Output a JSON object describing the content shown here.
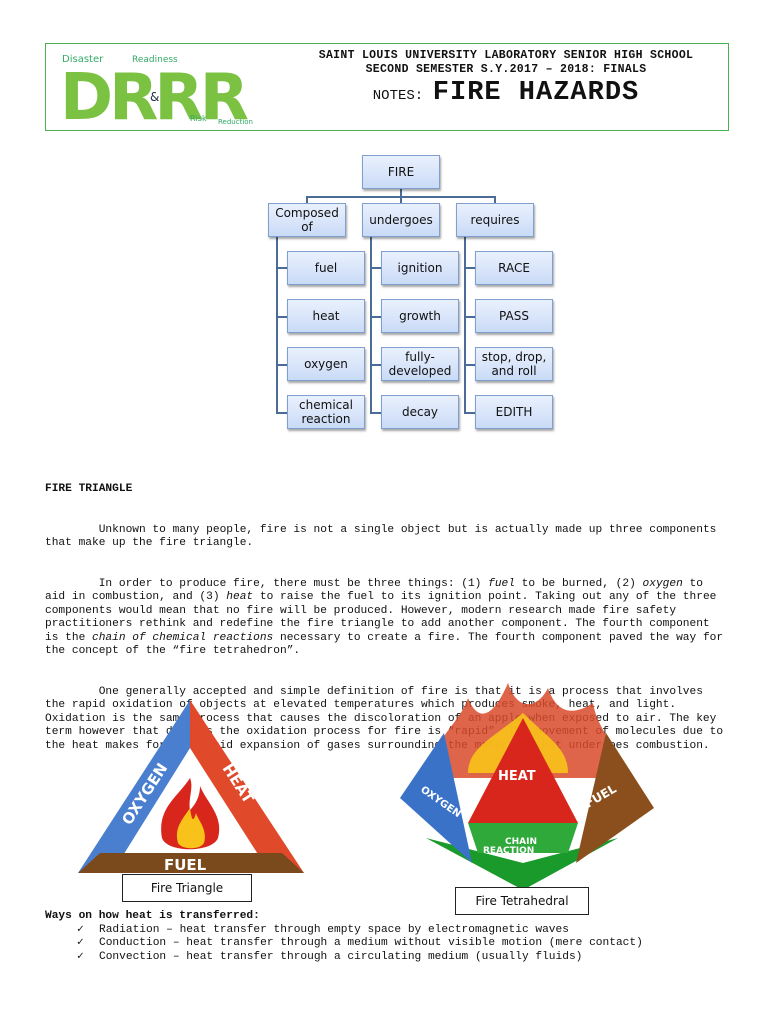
{
  "header": {
    "school_line1": "SAINT LOUIS UNIVERSITY LABORATORY SENIOR HIGH SCHOOL",
    "school_line2": "SECOND SEMESTER S.Y.2017 – 2018: FINALS",
    "notes_label": "NOTES:",
    "notes_title": "FIRE HAZARDS",
    "logo": {
      "main": "DRRR",
      "disaster": "Disaster",
      "readiness": "Readiness",
      "amp": "&",
      "risk": "Risk",
      "reduction": "Reduction"
    }
  },
  "concept_map": {
    "root": "FIRE",
    "branches": [
      {
        "label": "Composed of",
        "items": [
          "fuel",
          "heat",
          "oxygen",
          "chemical reaction"
        ]
      },
      {
        "label": "undergoes",
        "items": [
          "ignition",
          "growth",
          "fully-developed",
          "decay"
        ]
      },
      {
        "label": "requires",
        "items": [
          "RACE",
          "PASS",
          "stop, drop, and roll",
          "EDITH"
        ]
      }
    ]
  },
  "fire_triangle": {
    "heading": "FIRE TRIANGLE",
    "p1": "        Unknown to many people, fire is not a single object but is actually made up three components that make up the fire triangle.",
    "p2_a": "        In order to produce fire, there must be three things: (1) ",
    "p2_fuel": "fuel",
    "p2_b": " to be burned, (2) ",
    "p2_oxygen": "oxygen",
    "p2_c": " to aid in combustion, and (3) ",
    "p2_heat": "heat",
    "p2_d": " to raise the fuel to its ignition point. Taking out any of the three components would mean that no fire will be produced. However, modern research made fire safety practitioners rethink and redefine the fire triangle to add another component. The fourth component is the ",
    "p2_chain": "chain of chemical reactions",
    "p2_e": " necessary to create a fire. The fourth component paved the way for the concept of the “fire tetrahedron”.",
    "p3": "        One generally accepted and simple definition of fire is that it is a process that involves the rapid oxidation of objects at elevated temperatures which produces smoke, heat, and light. Oxidation is the same process that causes the discoloration of an apple when exposed to air. The key term however that defines the oxidation process for fire is “rapid”. The movement of molecules due to the heat makes for the rapid expansion of gases surrounding the material that undergoes combustion."
  },
  "figures": {
    "triangle": {
      "oxygen": "OXYGEN",
      "heat": "HEAT",
      "fuel": "FUEL",
      "caption": "Fire Triangle"
    },
    "tetrahedron": {
      "oxygen": "OXYGEN",
      "heat": "HEAT",
      "fuel": "FUEL",
      "chain1": "CHAIN",
      "chain2": "REACTION",
      "caption": "Fire Tetrahedral"
    }
  },
  "heat_transfer": {
    "title": "Ways on how heat is transferred:",
    "items": [
      "Radiation – heat transfer through empty space by electromagnetic waves",
      "Conduction – heat transfer through a medium without visible motion (mere contact)",
      "Convection – heat transfer through a circulating medium (usually fluids)"
    ]
  },
  "colors": {
    "border_green": "#4caf50",
    "box_fill": "#c9daf6",
    "box_border": "#7f9fcf",
    "oxygen_blue": "#4a7fd0",
    "heat_red": "#e04a2a",
    "fuel_brown": "#7a4a1c"
  }
}
